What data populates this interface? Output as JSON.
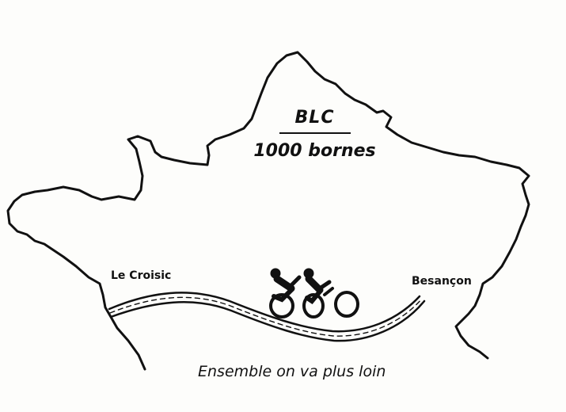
{
  "title": "BLC",
  "subtitle": "1000 bornes",
  "start_city": "Le Croisic",
  "end_city": "Besançon",
  "slogan": "Ensemble on va plus loin",
  "icons": {
    "map": "france-outline-icon",
    "route": "route-road-icon",
    "cyclists": "tandem-cyclists-icon"
  },
  "colors": {
    "ink": "#111111",
    "paper": "#fdfdfb"
  }
}
